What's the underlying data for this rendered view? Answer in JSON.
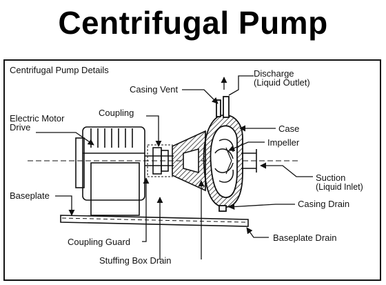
{
  "header": {
    "title": "Centrifugal Pump"
  },
  "diagram": {
    "caption": "Centrifugal Pump Details",
    "labels": {
      "discharge_line1": "Discharge",
      "discharge_line2": "(Liquid Outlet)",
      "casing_vent": "Casing Vent",
      "coupling": "Coupling",
      "electric_motor_line1": "Electric Motor",
      "electric_motor_line2": "Drive",
      "case": "Case",
      "impeller": "Impeller",
      "suction_line1": "Suction",
      "suction_line2": "(Liquid Inlet)",
      "baseplate": "Baseplate",
      "casing_drain": "Casing Drain",
      "baseplate_drain": "Baseplate Drain",
      "coupling_guard": "Coupling Guard",
      "stuffing_box_drain": "Stuffing Box Drain"
    }
  }
}
